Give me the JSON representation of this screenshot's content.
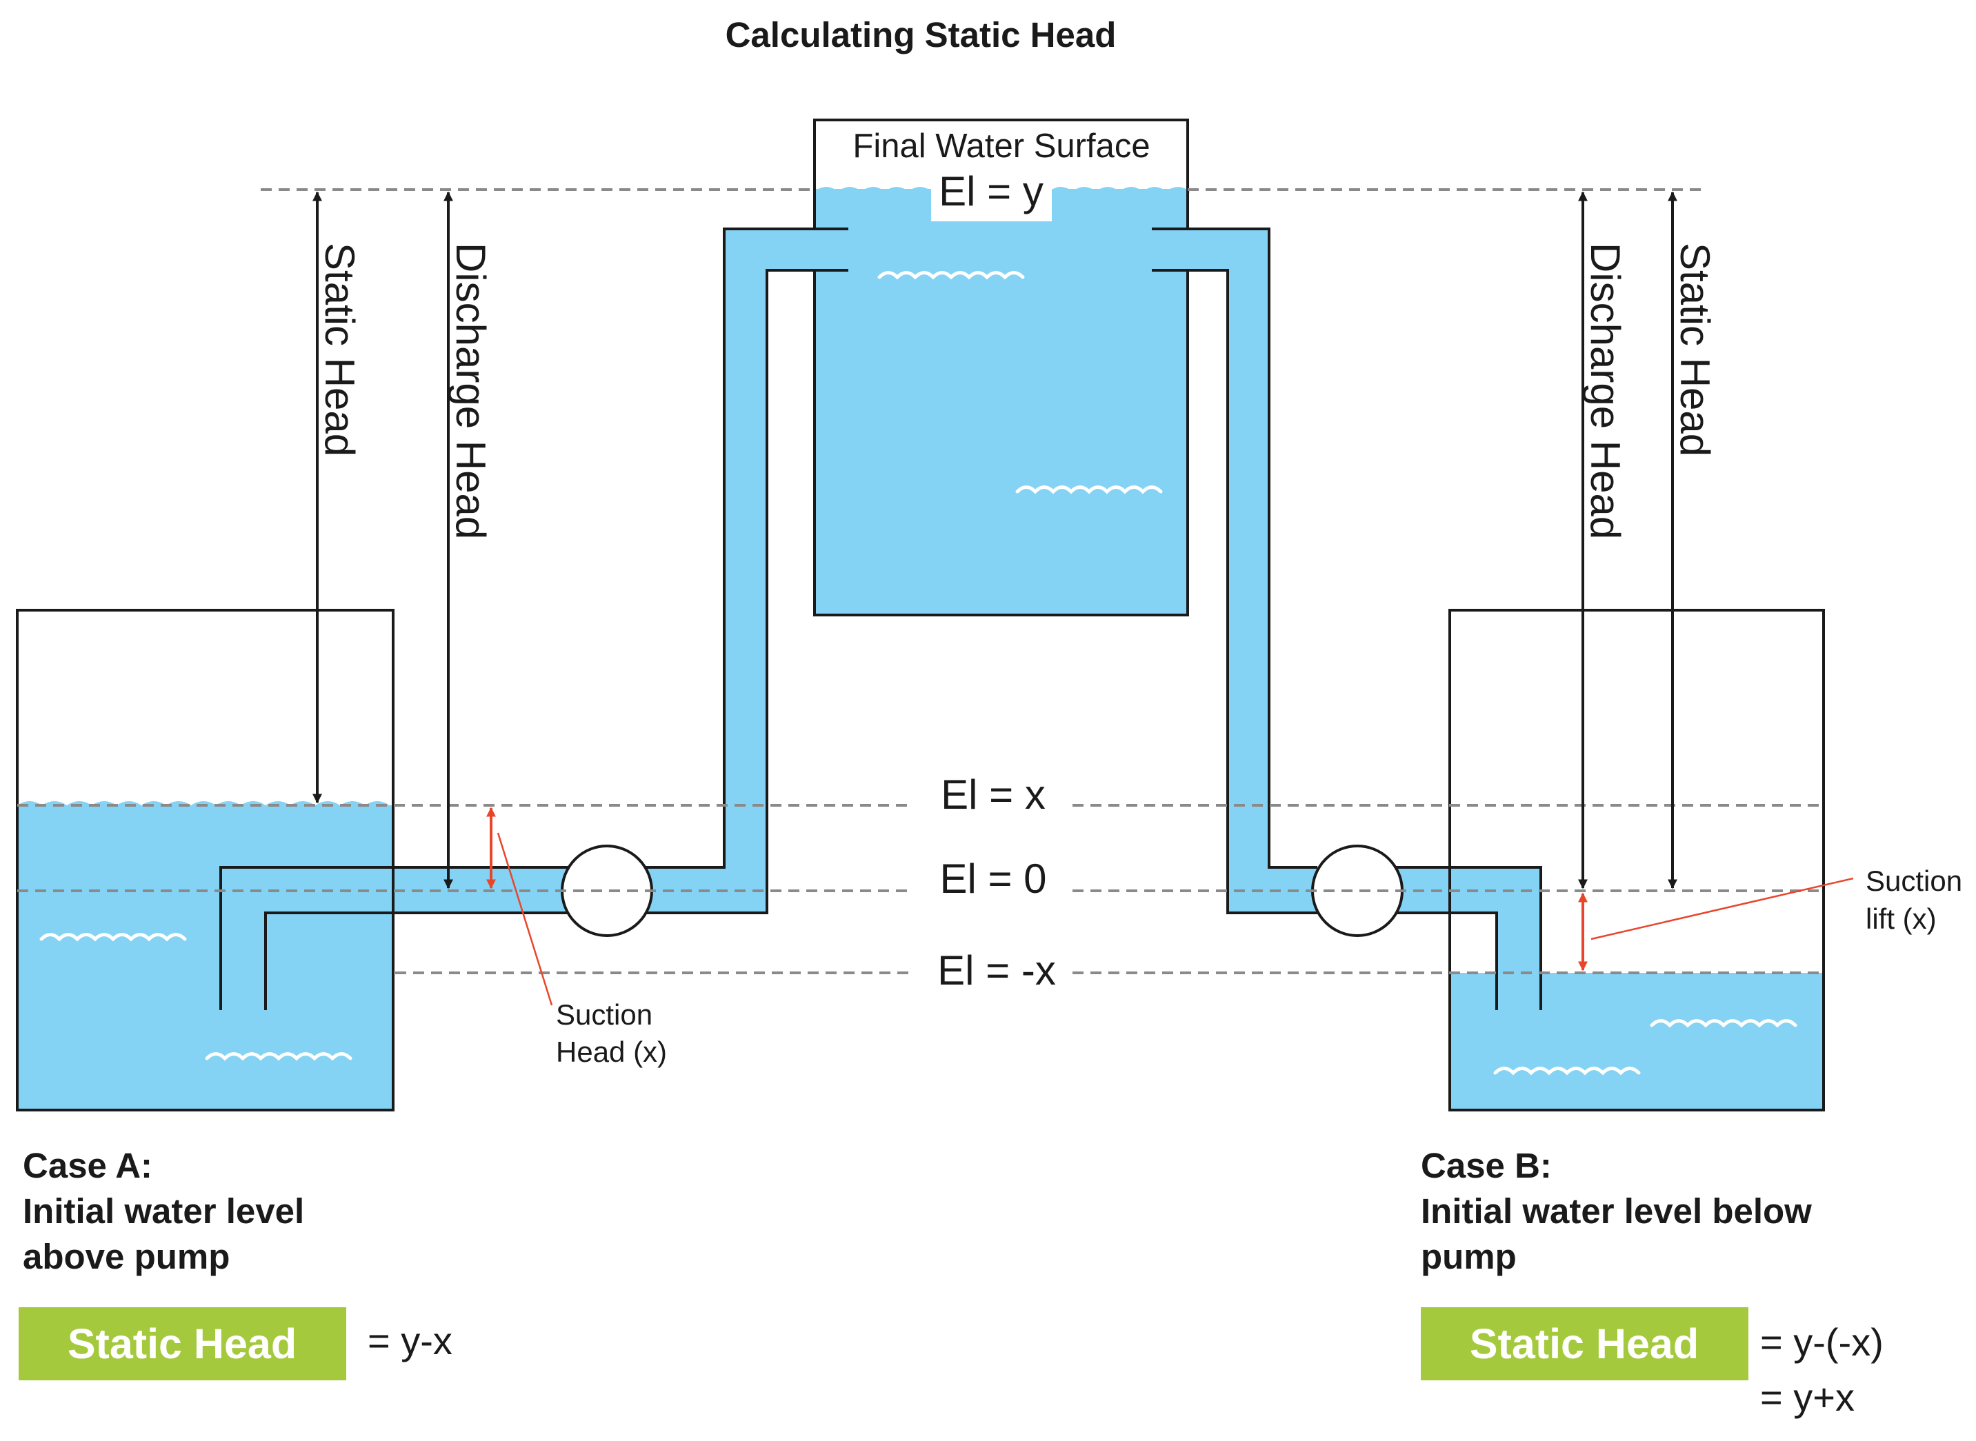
{
  "title": "Calculating Static Head",
  "top_tank": {
    "label": "Final Water Surface",
    "elevation": "El = y"
  },
  "elevations": {
    "x": "El = x",
    "zero": "El = 0",
    "neg_x": "El = -x"
  },
  "left": {
    "static_head": "Static Head",
    "discharge_head": "Discharge Head",
    "suction_line1": "Suction",
    "suction_line2": "Head (x)",
    "case_line1": "Case A:",
    "case_line2": "Initial water level",
    "case_line3": "above pump",
    "badge": "Static Head",
    "formula": "= y-x"
  },
  "right": {
    "static_head": "Static Head",
    "discharge_head": "Discharge Head",
    "suction_line1": "Suction",
    "suction_line2": "lift (x)",
    "case_line1": "Case B:",
    "case_line2": "Initial water level below",
    "case_line3": "pump",
    "badge": "Static Head",
    "formula_line1": "= y-(-x)",
    "formula_line2": "= y+x"
  },
  "colors": {
    "water": "#84d3f4",
    "badge": "#a4c93c",
    "arrow_red": "#e8462a",
    "outline": "#1a1a1a",
    "dash": "#8a8a8a"
  }
}
